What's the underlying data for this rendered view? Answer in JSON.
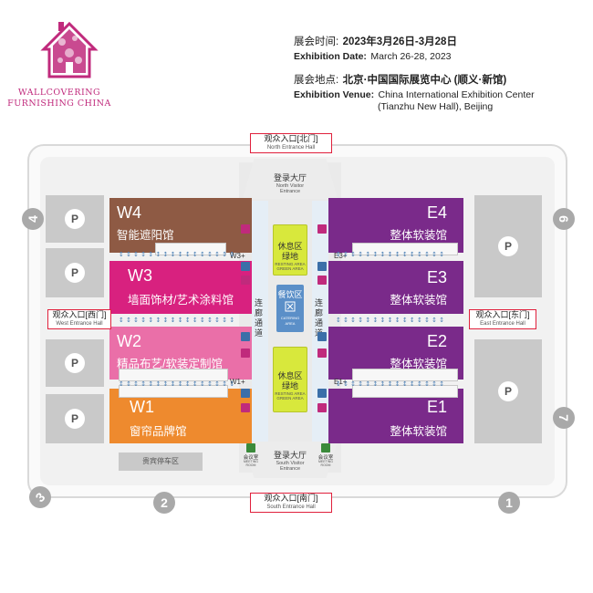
{
  "logo": {
    "line1": "WALLCOVERING",
    "line2": "FURNISHING CHINA"
  },
  "info": {
    "time_label": "展会时间:",
    "time_value": "2023年3月26日-3月28日",
    "date_label": "Exhibition Date:",
    "date_value": "March 26-28, 2023",
    "venue_label": "展会地点:",
    "venue_value": "北京·中国国际展览中心 (顺义·新馆)",
    "venue_en_label": "Exhibition Venue:",
    "venue_en_value": "China International Exhibition Center",
    "venue_en_value2": "(Tianzhu New Hall), Beijing"
  },
  "colors": {
    "brand": "#c02a7c",
    "w4": "#8e5a44",
    "w3": "#d8217f",
    "w2": "#ea6fa8",
    "w1": "#ee8a2e",
    "east": "#7a2a8a",
    "rest": "#d8e83c",
    "catering": "#5b8fc8",
    "entrance": "#e0203c"
  },
  "entrances": {
    "north": {
      "cn": "观众入口[北门]",
      "en": "North Entrance Hall"
    },
    "south": {
      "cn": "观众入口[南门]",
      "en": "South Entrance Hall"
    },
    "west": {
      "cn": "观众入口[西门]",
      "en": "West Entrance Hall"
    },
    "east": {
      "cn": "观众入口[东门]",
      "en": "East Entrance Hall"
    }
  },
  "lobbies": {
    "north": {
      "cn": "登录大厅",
      "en1": "North Visitor",
      "en2": "Entrance"
    },
    "south": {
      "cn": "登录大厅",
      "en1": "South Visitor",
      "en2": "Entrance"
    }
  },
  "halls": {
    "w4": {
      "code": "W4",
      "name": "智能遮阳馆"
    },
    "w3": {
      "code": "W3",
      "name": "墙面饰材/艺术涂料馆"
    },
    "w2": {
      "code": "W2",
      "name": "精品布艺/软装定制馆"
    },
    "w1": {
      "code": "W1",
      "name": "窗帘品牌馆"
    },
    "e4": {
      "code": "E4",
      "name": "整体软装馆"
    },
    "e3": {
      "code": "E3",
      "name": "整体软装馆"
    },
    "e2": {
      "code": "E2",
      "name": "整体软装馆"
    },
    "e1": {
      "code": "E1",
      "name": "整体软装馆"
    }
  },
  "sublabels": {
    "w3plus": "W3+",
    "w1plus": "W1+",
    "e3plus": "E3+",
    "e1plus": "E1+"
  },
  "corridor": {
    "left": [
      "连",
      "廊",
      "通",
      "道"
    ],
    "right": [
      "连",
      "廊",
      "通",
      "道"
    ]
  },
  "rest_north": {
    "cn1": "休息区",
    "cn2": "绿地",
    "en": "RESTING AREA GREEN AREA"
  },
  "rest_south": {
    "cn1": "休息区",
    "cn2": "绿地",
    "en": "RESTING AREA GREEN AREA"
  },
  "catering": {
    "cn": "餐饮区",
    "en1": "CATERING",
    "en2": "AREA"
  },
  "meeting": {
    "left_cn": "会议室",
    "left_en": "MEETING ROOM",
    "right_cn": "会议室",
    "right_en": "MEETING ROOM"
  },
  "parking_vip": "贵宾停车区",
  "parking_letter": "P",
  "gates": [
    "1",
    "2",
    "3",
    "4",
    "6",
    "7"
  ]
}
